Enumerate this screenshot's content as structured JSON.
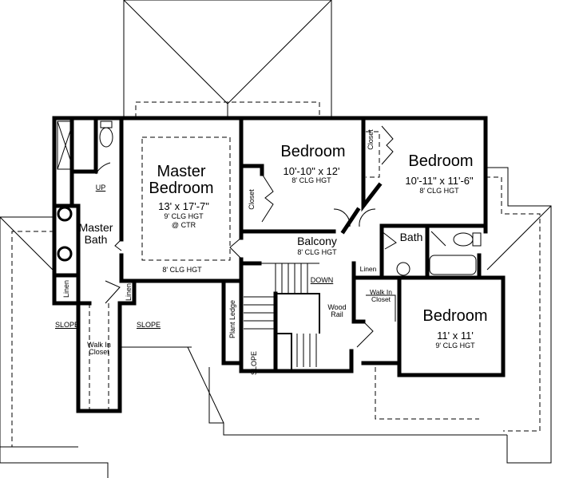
{
  "rooms": {
    "master_bedroom": {
      "name_line1": "Master",
      "name_line2": "Bedroom",
      "size": "13' x 17'-7\"",
      "ceiling": "9' CLG HGT",
      "ceiling_note": "@ CTR",
      "ceiling_edge": "8' CLG HGT"
    },
    "bedroom_2": {
      "name": "Bedroom",
      "size": "10'-10\" x 12'",
      "ceiling": "8' CLG HGT"
    },
    "bedroom_3": {
      "name": "Bedroom",
      "size": "10'-11\" x 11'-6\"",
      "ceiling": "8' CLG HGT"
    },
    "bedroom_4": {
      "name": "Bedroom",
      "size": "11' x 11'",
      "ceiling": "9' CLG HGT"
    },
    "balcony": {
      "name": "Balcony",
      "ceiling": "8' CLG HGT"
    },
    "master_bath": {
      "name_line1": "Master",
      "name_line2": "Bath"
    },
    "bath": {
      "name": "Bath"
    },
    "walk_in_closet_master": {
      "line1": "Walk In",
      "line2": "Closet"
    },
    "walk_in_closet_bed4": {
      "line1": "Walk In",
      "line2": "Closet"
    }
  },
  "labels": {
    "closet_bed2": "Closet",
    "closet_bed3": "Closet",
    "linen_master_left": "Linen",
    "linen_master_right": "Linen",
    "linen_hall": "Linen",
    "plant_ledge": "Plant Ledge",
    "up": "UP",
    "down": "DOWN",
    "wood_rail_1": "Wood",
    "wood_rail_2": "Rail",
    "slope_left": "SLOPE",
    "slope_right": "SLOPE",
    "slope_stair": "SLOPE"
  },
  "colors": {
    "ink": "#000000",
    "background": "#ffffff"
  }
}
